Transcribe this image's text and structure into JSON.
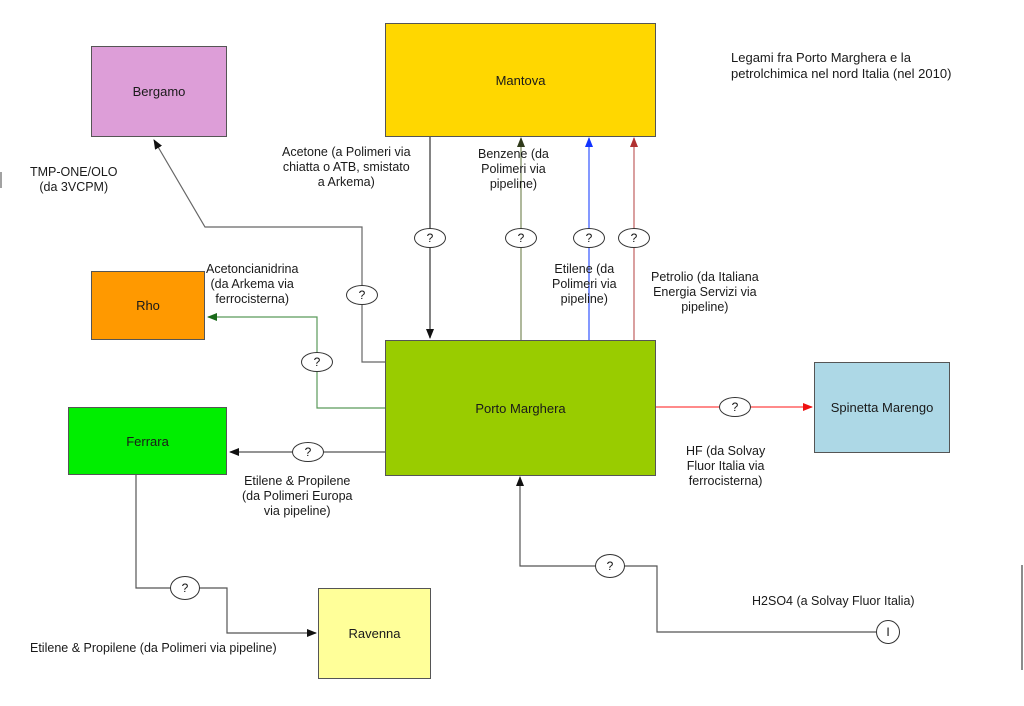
{
  "title": "Legami fra Porto Marghera e la petrolchimica nel nord Italia (nel 2010)",
  "title_lines": [
    "Legami fra Porto Marghera e la",
    "petrolchimica nel nord Italia (nel 2010)"
  ],
  "nodes": {
    "bergamo": {
      "label": "Bergamo",
      "color": "#dd9ed8"
    },
    "mantova": {
      "label": "Mantova",
      "color": "#ffd700"
    },
    "rho": {
      "label": "Rho",
      "color": "#ff9900"
    },
    "porto_marghera": {
      "label": "Porto Marghera",
      "color": "#99cc00"
    },
    "ferrara": {
      "label": "Ferrara",
      "color": "#00ee00"
    },
    "spinetta": {
      "label": "Spinetta Marengo",
      "color": "#add8e6"
    },
    "ravenna": {
      "label": "Ravenna",
      "color": "#ffff99"
    }
  },
  "edges": {
    "tmp": {
      "from": "Porto Marghera",
      "to": "Bergamo",
      "lines": [
        "TMP-ONE/OLO",
        "(da 3VCPM)"
      ],
      "color": "#555555",
      "marker": "?"
    },
    "acetone": {
      "from": "Mantova",
      "to": "Porto Marghera",
      "lines": [
        "Acetone (a Polimeri via",
        "chiatta o ATB, smistato",
        "a Arkema)"
      ],
      "color": "#333333",
      "marker": "?"
    },
    "benzene": {
      "from": "Porto Marghera",
      "to": "Mantova",
      "lines": [
        "Benzene (da",
        "Polimeri via",
        "pipeline)"
      ],
      "color": "#6b7a4a",
      "marker": "?"
    },
    "etilene_mantova": {
      "from": "Porto Marghera",
      "to": "Mantova",
      "lines": [
        "Etilene (da",
        "Polimeri via",
        "pipeline)"
      ],
      "color": "#2244ff",
      "marker": "?"
    },
    "petrolio": {
      "from": "Porto Marghera",
      "to": "Mantova",
      "lines": [
        "Petrolio (da Italiana",
        "Energia Servizi via",
        "pipeline)"
      ],
      "color": "#c05050",
      "marker": "?"
    },
    "acetoncianidrina": {
      "from": "Porto Marghera",
      "to": "Rho",
      "lines": [
        "Acetoncianidrina",
        "(da Arkema via",
        "ferrocisterna)"
      ],
      "color": "#5a9a5a",
      "marker": "?"
    },
    "etilene_ferrara": {
      "from": "Porto Marghera",
      "to": "Ferrara",
      "lines": [
        "Etilene & Propilene",
        "(da Polimeri Europa",
        "via pipeline)"
      ],
      "color": "#333333",
      "marker": "?"
    },
    "hf": {
      "from": "Porto Marghera",
      "to": "Spinetta Marengo",
      "lines": [
        "HF (da Solvay",
        "Fluor Italia via",
        "ferrocisterna)"
      ],
      "color": "#ff3333",
      "marker": "?"
    },
    "etilene_ravenna": {
      "from": "Ferrara",
      "to": "Ravenna",
      "lines": [
        "Etilene & Propilene (da Polimeri via pipeline)"
      ],
      "color": "#444444",
      "marker": "?"
    },
    "h2so4": {
      "from": "H2SO4 source",
      "to": "Porto Marghera",
      "lines": [
        "H2SO4 (a Solvay Fluor Italia)"
      ],
      "color": "#444444",
      "marker": "?",
      "end_marker": "I"
    }
  }
}
